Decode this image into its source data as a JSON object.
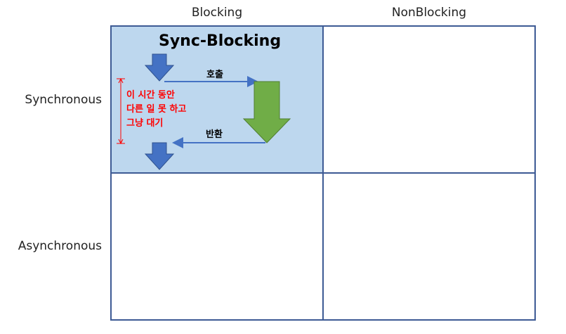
{
  "columns": [
    "Blocking",
    "NonBlocking"
  ],
  "rows": [
    "Synchronous",
    "Asynchronous"
  ],
  "cell_sync_blocking": {
    "title": "Sync-Blocking",
    "call_label": "호출",
    "return_label": "반환",
    "wait_note": [
      "이 시간 동안",
      "다른 일 못 하고",
      "그냥 대기"
    ]
  },
  "colors": {
    "grid": "#3d5a94",
    "highlight_fill": "#bdd7ee",
    "caller_arrow": "#4472c4",
    "callee_arrow": "#70ad47",
    "connector": "#4472c4",
    "note_text": "#ff0000",
    "note_bracket": "#ff0000"
  }
}
